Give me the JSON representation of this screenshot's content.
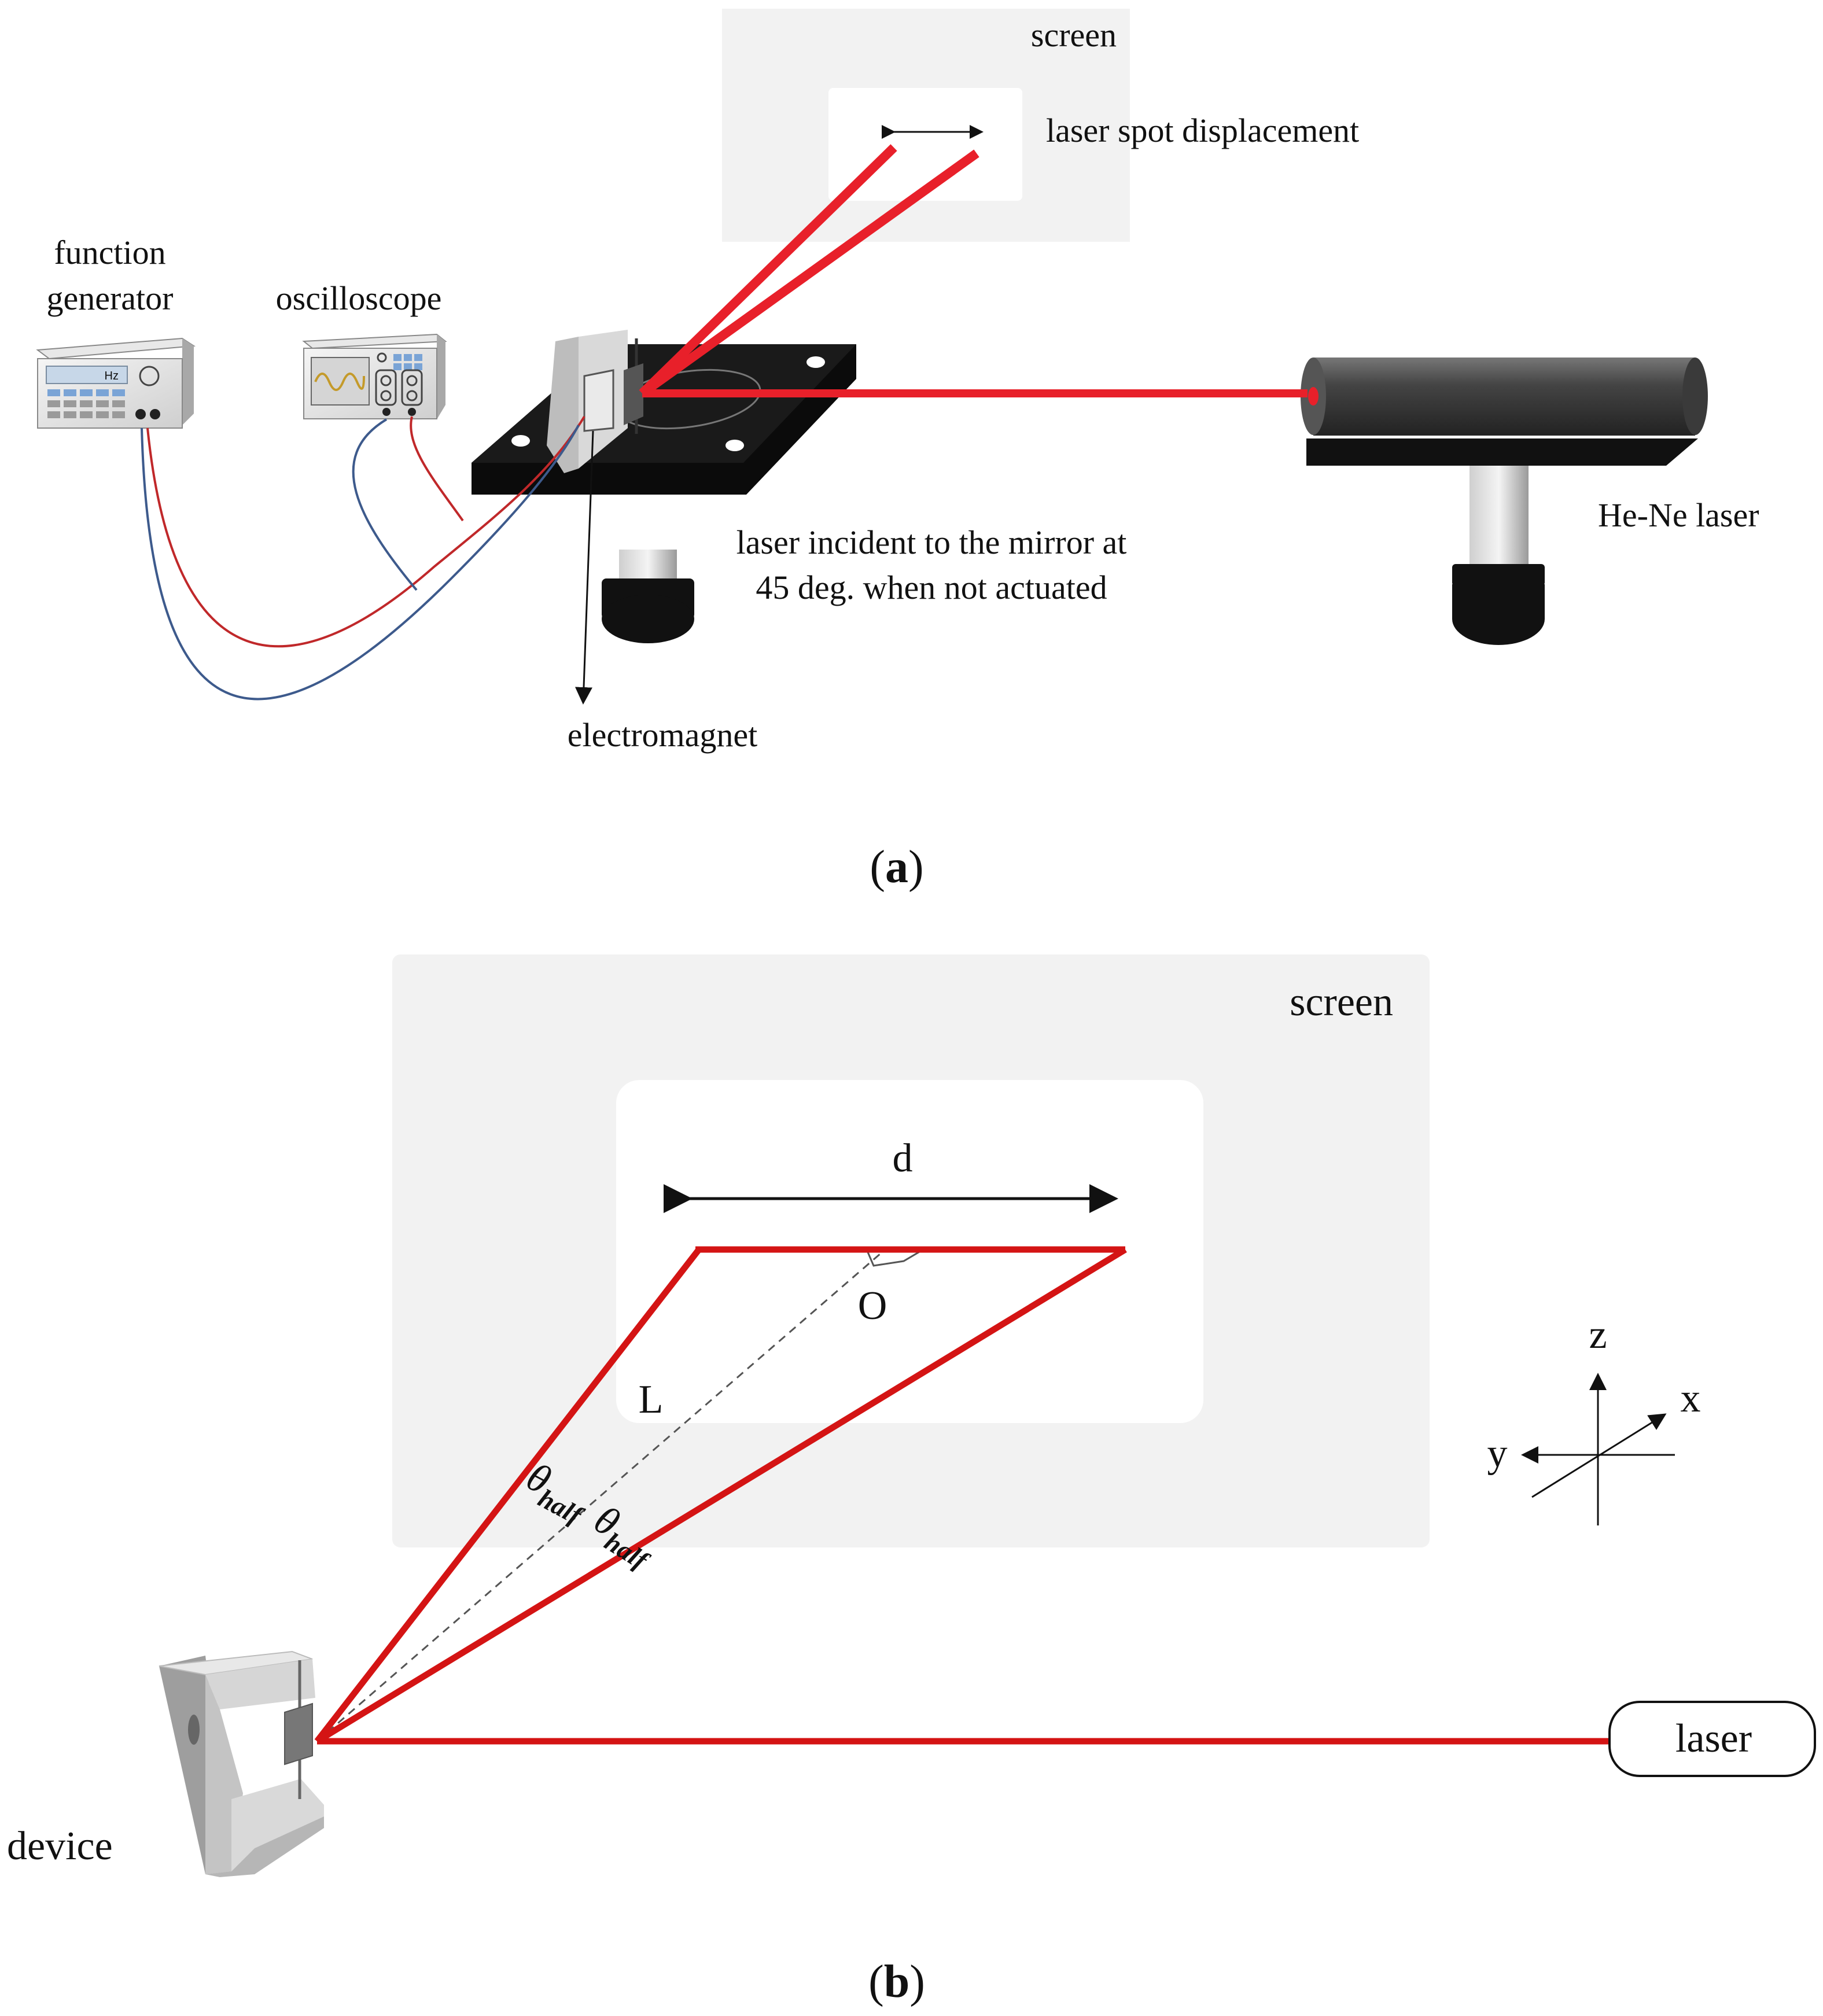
{
  "panel_a": {
    "caption_open": "(",
    "caption_letter": "a",
    "caption_close": ")",
    "screen_label": "screen",
    "spot_label": "laser spot displacement",
    "function_generator_line1": "function",
    "function_generator_line2": "generator",
    "function_generator_display": "Hz",
    "oscilloscope_label": "oscilloscope",
    "laser_label": "He-Ne laser",
    "incidence_line1": "laser incident to the mirror  at",
    "incidence_line2": "45 deg. when not actuated",
    "electromagnet_label": "electromagnet"
  },
  "panel_b": {
    "caption_open": "(",
    "caption_letter": "b",
    "caption_close": ")",
    "screen_label": "screen",
    "d_label": "d",
    "o_label": "O",
    "l_label": "L",
    "theta_symbol": "θ",
    "theta_subscript": "half",
    "device_label": "device",
    "laser_label": "laser",
    "axis_z": "z",
    "axis_x": "x",
    "axis_y": "y"
  },
  "colors": {
    "laser_beam": "#e8202a",
    "beam_b": "#d41414",
    "screen_bg": "#f2f2f2",
    "platform": "#111111",
    "wire_red": "#c0282a",
    "wire_blue": "#3d5a8c"
  }
}
